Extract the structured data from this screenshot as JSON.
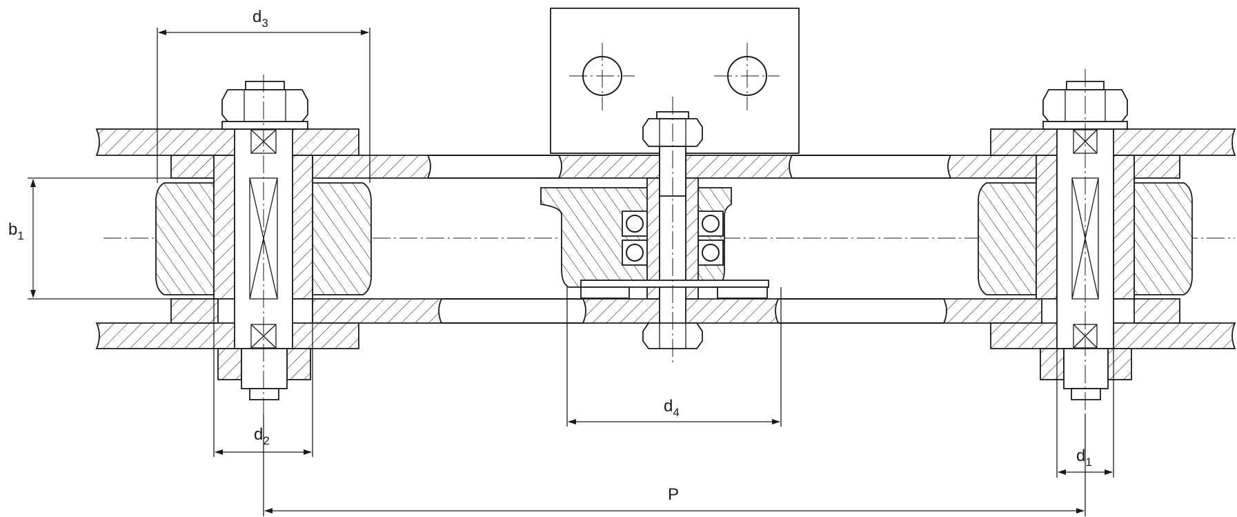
{
  "labels": {
    "d3": {
      "main": "d",
      "sub": "3"
    },
    "b1": {
      "main": "b",
      "sub": "1"
    },
    "d2": {
      "main": "d",
      "sub": "2"
    },
    "d4": {
      "main": "d",
      "sub": "4"
    },
    "d1": {
      "main": "d",
      "sub": "1"
    },
    "P": {
      "main": "P",
      "sub": ""
    }
  }
}
